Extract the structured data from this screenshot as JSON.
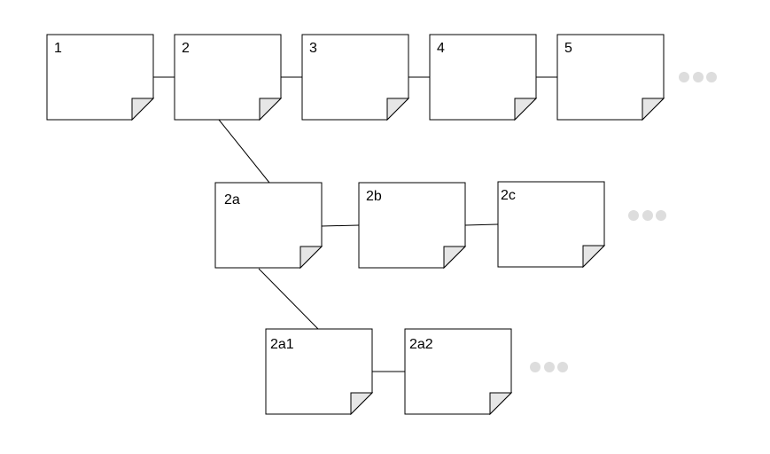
{
  "notes": {
    "n1": {
      "label": "1"
    },
    "n2": {
      "label": "2"
    },
    "n3": {
      "label": "3"
    },
    "n4": {
      "label": "4"
    },
    "n5": {
      "label": "5"
    },
    "n2a": {
      "label": "2a"
    },
    "n2b": {
      "label": "2b"
    },
    "n2c": {
      "label": "2c"
    },
    "n2a1": {
      "label": "2a1"
    },
    "n2a2": {
      "label": "2a2"
    }
  },
  "colors": {
    "stroke": "#000000",
    "fill": "#ffffff",
    "fold": "#e6e6e6",
    "ellipsis": "#dddddd"
  },
  "icons": {
    "note": "note-page-icon",
    "more": "ellipsis-icon"
  }
}
